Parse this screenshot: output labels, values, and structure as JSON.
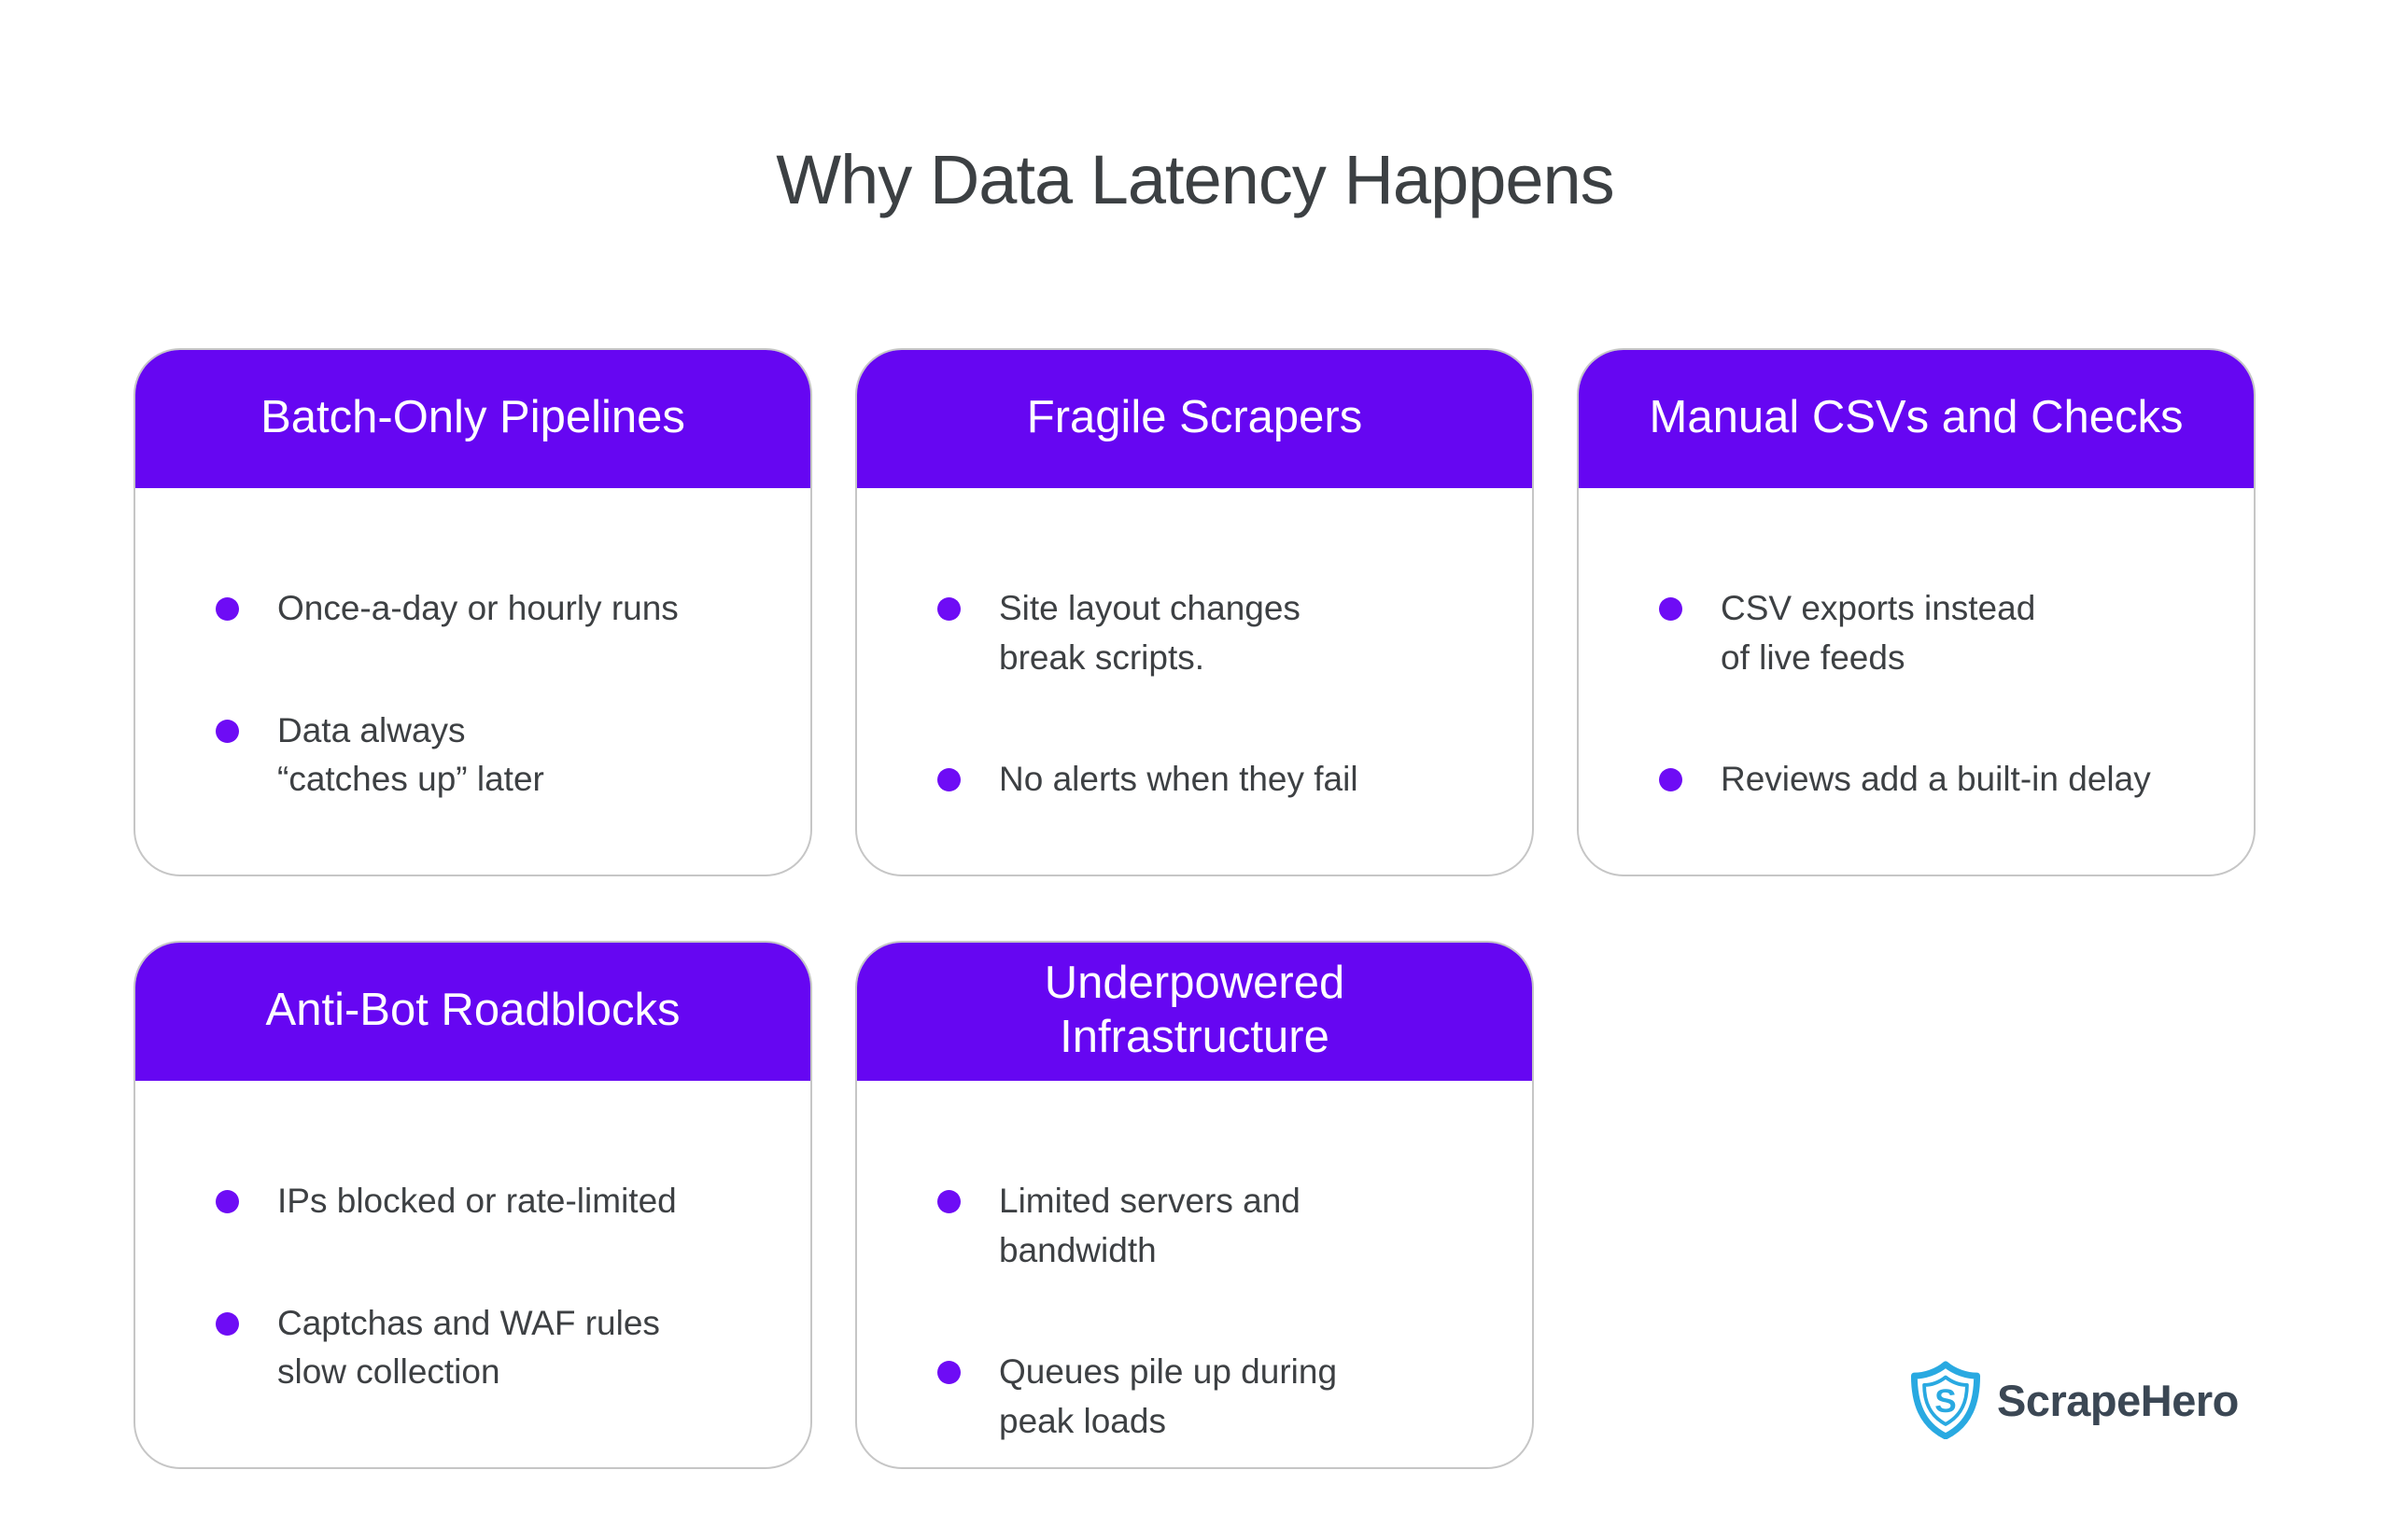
{
  "title": "Why Data Latency Happens",
  "colors": {
    "header_purple": "#6606f2",
    "bullet_purple": "#6e0cf5",
    "logo_cyan": "#29a9e1",
    "logo_text_color": "#3b4754"
  },
  "cards": [
    {
      "title": "Batch-Only Pipelines",
      "bullets": [
        "Once-a-day or hourly runs",
        "Data always\n“catches up” later"
      ]
    },
    {
      "title": "Fragile Scrapers",
      "bullets": [
        "Site layout changes\nbreak scripts.",
        "No alerts when they fail"
      ]
    },
    {
      "title": "Manual CSVs and Checks",
      "bullets": [
        "CSV exports instead\nof live feeds",
        "Reviews add a built-in delay"
      ]
    },
    {
      "title": "Anti-Bot Roadblocks",
      "bullets": [
        "IPs blocked or rate-limited",
        "Captchas and WAF rules\nslow collection"
      ]
    },
    {
      "title": "Underpowered\nInfrastructure",
      "bullets": [
        "Limited servers and\nbandwidth",
        "Queues pile up during\npeak loads"
      ]
    }
  ],
  "logo": {
    "brand": "ScrapeHero",
    "icon": "shield-s-icon"
  }
}
